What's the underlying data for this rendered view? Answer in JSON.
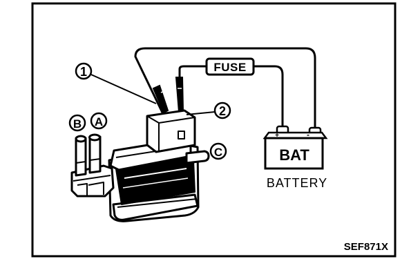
{
  "figure_code": "SEF871X",
  "callouts": {
    "one": "1",
    "two": "2",
    "a": "A",
    "b": "B",
    "c": "C"
  },
  "fuse_label": "FUSE",
  "battery": {
    "body_label": "BAT",
    "plus": "+",
    "minus": "-",
    "caption": "BATTERY"
  },
  "colors": {
    "ink": "#000000",
    "paper": "#ffffff"
  }
}
